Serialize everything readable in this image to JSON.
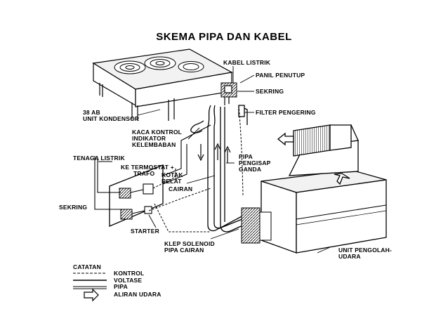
{
  "title": "SKEMA PIPA DAN KABEL",
  "labels": {
    "kabel_listrik": "KABEL LISTRIK",
    "panil_penutup": "PANIL PENUTUP",
    "sekring_top": "SEKRING",
    "unit_kondensor_1": "38 AB",
    "unit_kondensor_2": "UNIT KONDENSOR",
    "filter_pengering": "FILTER PENGERING",
    "kaca_kontrol_1": "KACA KONTROL",
    "kaca_kontrol_2": "INDIKATOR",
    "kaca_kontrol_3": "KELEMBABAN",
    "tenaga_listrik": "TENAGA LISTRIK",
    "ke_termostat_1": "KE TERMOSTAT +",
    "ke_termostat_2": "TRAFO",
    "kotak_relat_1": "KOTAK",
    "kotak_relat_2": "RELAT",
    "pipa_pengisap_1": "PIPA",
    "pipa_pengisap_2": "PENGISAP",
    "pipa_pengisap_3": "GANDA",
    "cairan": "CAIRAN",
    "sekring_left": "SEKRING",
    "starter": "STARTER",
    "klep_solenoid_1": "KLEP SOLENOID",
    "klep_solenoid_2": "PIPA CAIRAN",
    "unit_pengolah_1": "UNIT PENGOLAH-",
    "unit_pengolah_2": "UDARA"
  },
  "legend": {
    "heading": "CATATAN",
    "items": [
      "KONTROL",
      "VOLTASE",
      "PIPA",
      "ALIRAN UDARA"
    ]
  }
}
